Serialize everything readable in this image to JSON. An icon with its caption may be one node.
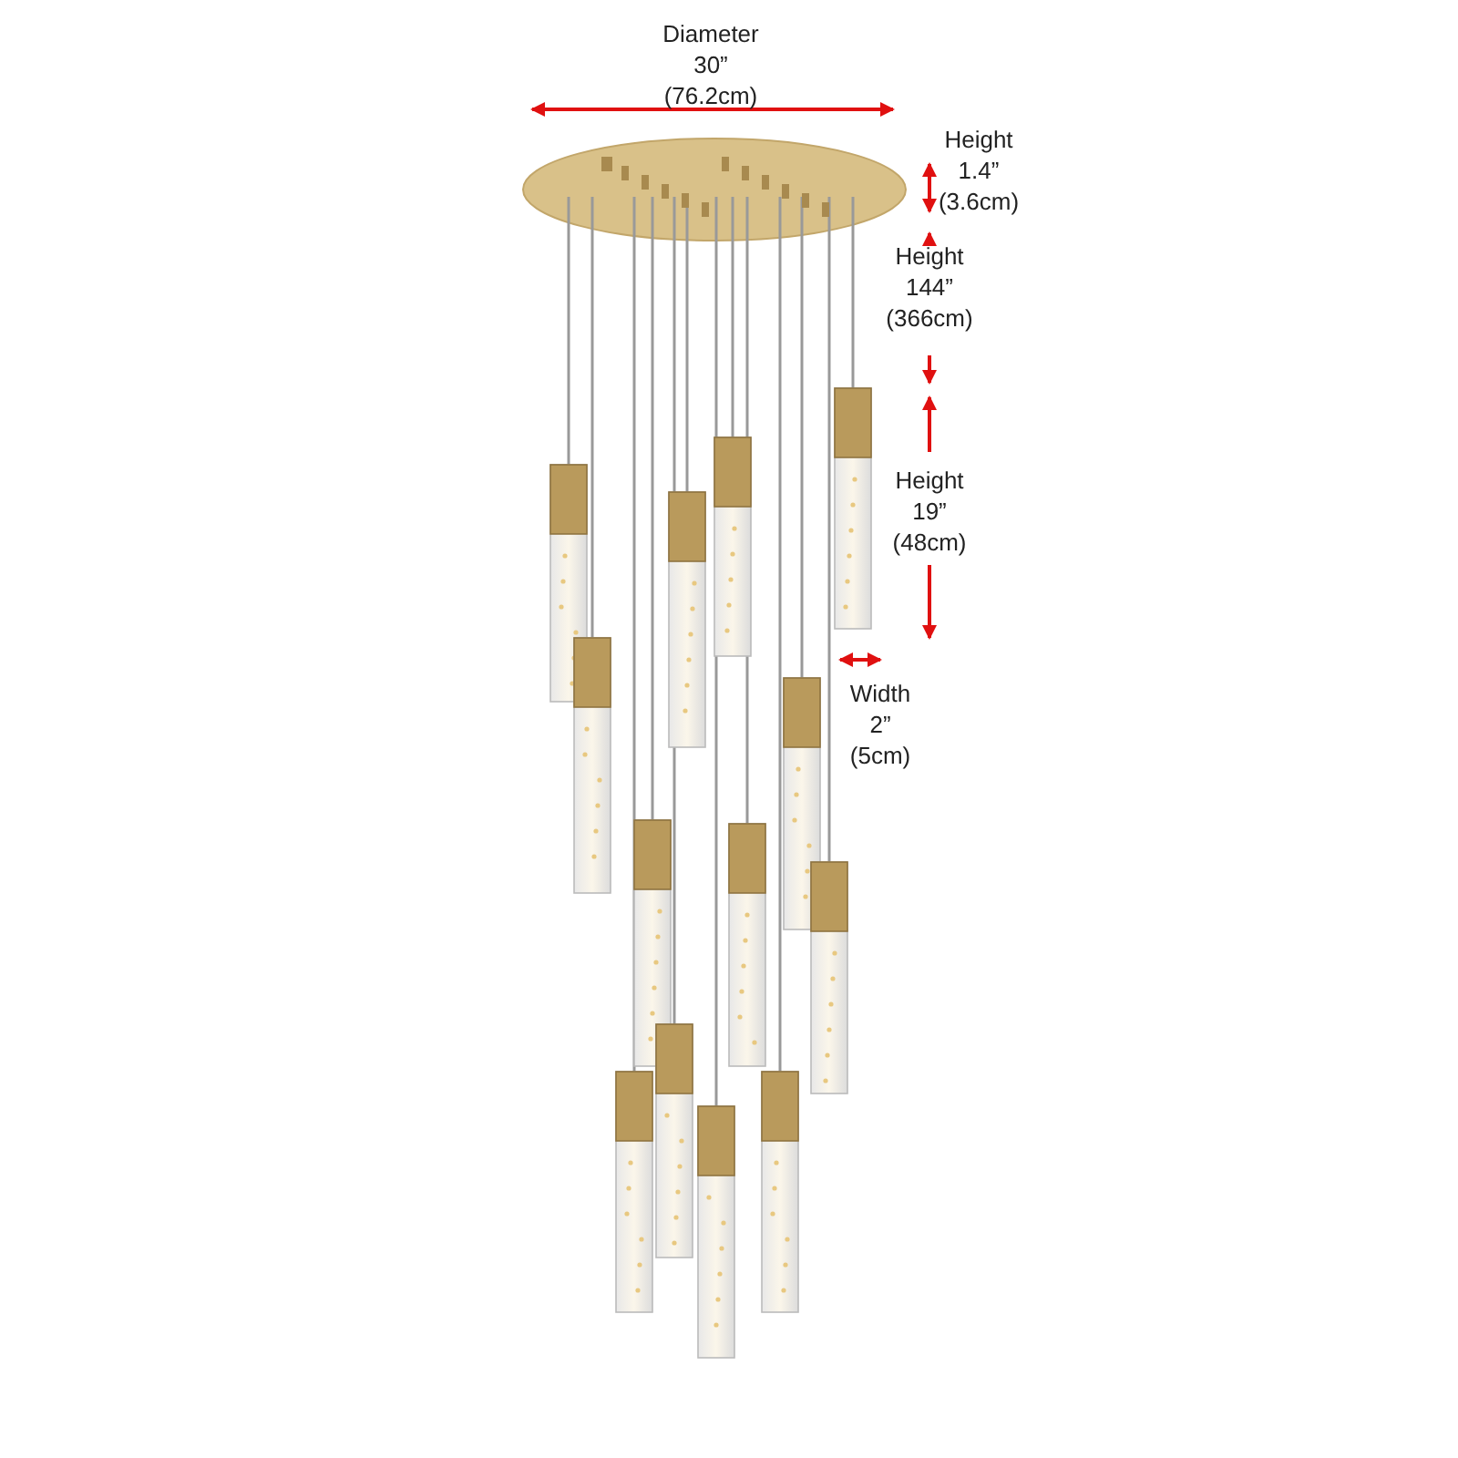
{
  "diagram": {
    "labels": [
      "Diameter 30” (76.2cm)",
      "Height 1.4” (3.6cm)",
      "Height 144” (366cm)",
      "Height 19” (48cm)",
      "Width 2” (5cm)"
    ]
  }
}
